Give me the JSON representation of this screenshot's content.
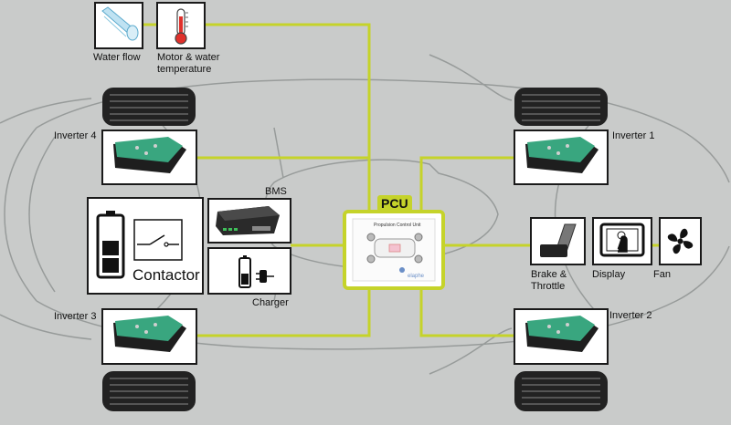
{
  "colors": {
    "line": "#c5d32a",
    "background": "#c9cbca",
    "box_border": "#1a1a1a",
    "module_green": "#39a67f",
    "module_dark": "#1e1e1e"
  },
  "sensors": {
    "water_flow": "Water flow",
    "motor_temp_line1": "Motor & water",
    "motor_temp_line2": "temperature"
  },
  "inverters": {
    "inv1": "Inverter 1",
    "inv2": "Inverter 2",
    "inv3": "Inverter 3",
    "inv4": "Inverter 4"
  },
  "pcu": {
    "title": "PCU",
    "screen_title": "Propulsion Control Unit",
    "brand": "elaphe"
  },
  "bms": "BMS",
  "charger": "Charger",
  "contactor": "Contactor",
  "peripherals": {
    "brake_line1": "Brake &",
    "brake_line2": "Throttle",
    "display": "Display",
    "fan": "Fan"
  },
  "icons": {
    "water_flow": "water-flow-sensor-icon",
    "thermometer": "thermometer-icon",
    "battery": "battery-icon",
    "switch": "switch-icon",
    "charger": "charger-plug-icon",
    "pedal": "pedal-icon",
    "display": "touch-display-icon",
    "fan": "fan-icon"
  }
}
